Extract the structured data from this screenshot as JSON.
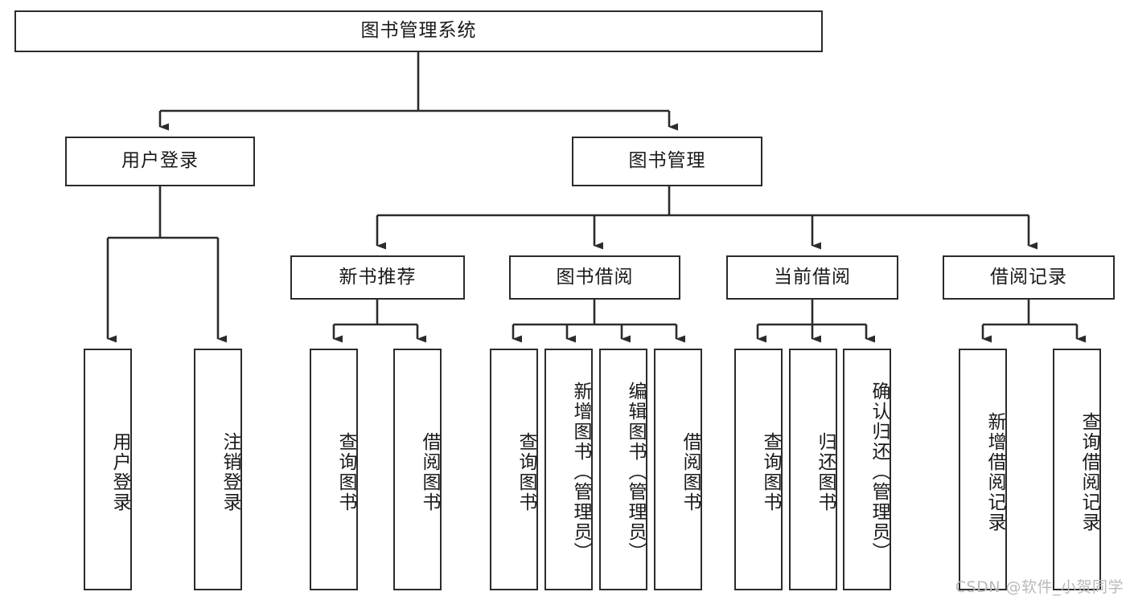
{
  "diagram": {
    "title": "图书管理系统",
    "type": "tree-hierarchy",
    "watermark": "CSDN @软件_小贺同学",
    "colors": {
      "background": "#ffffff",
      "box_fill": "#ffffff",
      "box_stroke": "#2b2b2b",
      "connector": "#2b2b2b",
      "text": "#1a1a1a",
      "watermark": "#b9b9b9"
    },
    "levels": {
      "root": {
        "label": "图书管理系统",
        "orientation": "horizontal"
      },
      "level2": [
        {
          "label": "用户登录",
          "orientation": "horizontal"
        },
        {
          "label": "图书管理",
          "orientation": "horizontal"
        }
      ],
      "level3": [
        {
          "label": "新书推荐",
          "orientation": "horizontal"
        },
        {
          "label": "图书借阅",
          "orientation": "horizontal"
        },
        {
          "label": "当前借阅",
          "orientation": "horizontal"
        },
        {
          "label": "借阅记录",
          "orientation": "horizontal"
        }
      ],
      "leaves_user_login": [
        {
          "label": "用户登录",
          "orientation": "vertical"
        },
        {
          "label": "注销登录",
          "orientation": "vertical"
        }
      ],
      "leaves_new_books": [
        {
          "label": "查询图书",
          "orientation": "vertical"
        },
        {
          "label": "借阅图书",
          "orientation": "vertical"
        }
      ],
      "leaves_borrow": [
        {
          "label": "查询图书",
          "orientation": "vertical"
        },
        {
          "label": "新增图书（管理员）",
          "orientation": "vertical"
        },
        {
          "label": "编辑图书（管理员）",
          "orientation": "vertical"
        },
        {
          "label": "借阅图书",
          "orientation": "vertical"
        }
      ],
      "leaves_current": [
        {
          "label": "查询图书",
          "orientation": "vertical"
        },
        {
          "label": "归还图书",
          "orientation": "vertical"
        },
        {
          "label": "确认归还（管理员）",
          "orientation": "vertical"
        }
      ],
      "leaves_records": [
        {
          "label": "新增借阅记录",
          "orientation": "vertical"
        },
        {
          "label": "查询借阅记录",
          "orientation": "vertical"
        }
      ]
    }
  }
}
